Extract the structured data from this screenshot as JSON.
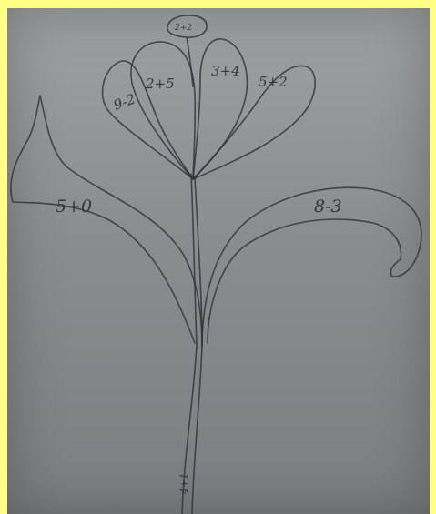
{
  "drawing": {
    "top_bud": "2+2",
    "petal_far_left": "9-2",
    "petal_left": "2+5",
    "petal_right": "3+4",
    "petal_far_right": "5+2",
    "leaf_left": "5+0",
    "leaf_right": "8-3",
    "stem": "4+1"
  },
  "colors": {
    "frame": "#ffff86",
    "paper": "#8d9090",
    "pencil": "#2f3337"
  }
}
